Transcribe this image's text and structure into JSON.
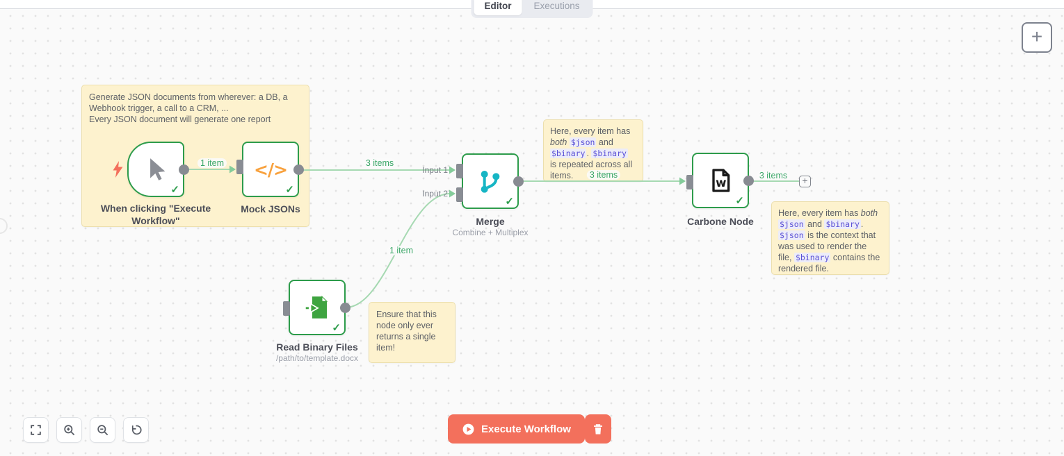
{
  "header": {
    "tabs": [
      {
        "label": "Editor"
      },
      {
        "label": "Executions"
      }
    ]
  },
  "canvas": {
    "nodes": [
      {
        "title": "When clicking \"Execute Workflow\""
      },
      {
        "title": "Mock JSONs"
      },
      {
        "title": "Merge",
        "subtitle": "Combine + Multiplex"
      },
      {
        "title": "Carbone Node"
      },
      {
        "title": "Read Binary Files",
        "subtitle": "/path/to/template.docx"
      }
    ],
    "connections": [
      {
        "label": "1 item"
      },
      {
        "label": "3 items"
      },
      {
        "label": "1 item"
      },
      {
        "label": "3 items"
      },
      {
        "label": "3 items"
      }
    ],
    "input_labels": [
      {
        "label": "Input 1"
      },
      {
        "label": "Input 2"
      }
    ],
    "sticky_notes": [
      {
        "segments": [
          {
            "t": "text",
            "v": "Generate JSON documents from wherever: a DB, a Webhook trigger, a call to a CRM, ...\nEvery JSON document will generate one report"
          }
        ]
      },
      {
        "segments": [
          {
            "t": "text",
            "v": "Here, every item has "
          },
          {
            "t": "em",
            "v": "both"
          },
          {
            "t": "text",
            "v": " "
          },
          {
            "t": "code",
            "v": "$json"
          },
          {
            "t": "text",
            "v": " and "
          },
          {
            "t": "code",
            "v": "$binary"
          },
          {
            "t": "text",
            "v": ". "
          },
          {
            "t": "code",
            "v": "$binary"
          },
          {
            "t": "text",
            "v": " is repeated across all items."
          }
        ]
      },
      {
        "segments": [
          {
            "t": "text",
            "v": "Ensure that this node only ever returns a single item!"
          }
        ]
      },
      {
        "segments": [
          {
            "t": "text",
            "v": "Here, every item has "
          },
          {
            "t": "em",
            "v": "both"
          },
          {
            "t": "text",
            "v": " "
          },
          {
            "t": "code",
            "v": "$json"
          },
          {
            "t": "text",
            "v": " and "
          },
          {
            "t": "code",
            "v": "$binary"
          },
          {
            "t": "text",
            "v": ". "
          },
          {
            "t": "code",
            "v": "$json"
          },
          {
            "t": "text",
            "v": " is the context that was used to render the file, "
          },
          {
            "t": "code",
            "v": "$binary"
          },
          {
            "t": "text",
            "v": " contains the rendered file."
          }
        ]
      }
    ],
    "icons": {
      "check": "✓",
      "code": "</>",
      "plus": "+"
    }
  },
  "footer": {
    "execute_button_label": "Execute Workflow"
  },
  "colors": {
    "accent": "#f3705c",
    "node_border_green": "#2d9c4b",
    "connection_green": "#a6d9b2",
    "label_green": "#3ba768",
    "sticky_bg": "#fdf2ce",
    "code_purple": "#5a50d6",
    "merge_icon_teal": "#16b5c4",
    "code_icon_orange": "#f8a13d",
    "binary_icon_green": "#3ea440"
  }
}
